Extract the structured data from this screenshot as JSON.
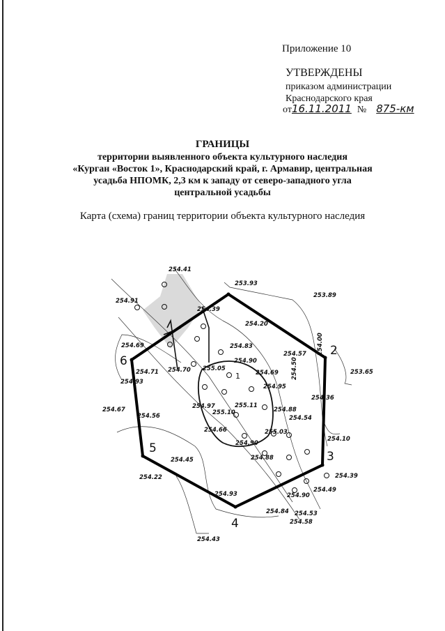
{
  "header": {
    "appendix": "Приложение 10",
    "approved": "УТВЕРЖДЕНЫ",
    "approved_by_1": "приказом администрации",
    "approved_by_2": "Краснодарского края",
    "date_prefix": "от",
    "date_handwritten": "16.11.2011",
    "number_prefix": "№",
    "number_handwritten": "875-км"
  },
  "title": {
    "heading": "ГРАНИЦЫ",
    "lines": [
      "территории выявленного объекта культурного наследия",
      "«Курган «Восток 1», Краснодарский край, г. Армавир, центральная",
      "усадьба НПОМК, 2,3 км к западу от северо-западного угла",
      "центральной усадьбы"
    ],
    "subtitle": "Карта (схема) границ территории объекта культурного наследия"
  },
  "map": {
    "boundary_vertices": [
      "1",
      "2",
      "3",
      "4",
      "5",
      "6"
    ],
    "elevations": [
      "254.41",
      "253.93",
      "253.89",
      "254.91",
      "254.39",
      "254.20",
      "254.69",
      "254.83",
      "254.57",
      "254.90",
      "254.00",
      "254.50",
      "254.71",
      "254.70",
      "255.05",
      "254.69",
      "253.65",
      "254.93",
      "254.95",
      "254.36",
      "254.67",
      "254.97",
      "255.11",
      "255.10",
      "254.88",
      "254.56",
      "254.54",
      "254.66",
      "255.03",
      "254.90",
      "254.10",
      "254.88",
      "254.45",
      "254.22",
      "254.39",
      "254.49",
      "254.93",
      "254.90",
      "254.84",
      "254.53",
      "254.58",
      "254.43"
    ]
  }
}
